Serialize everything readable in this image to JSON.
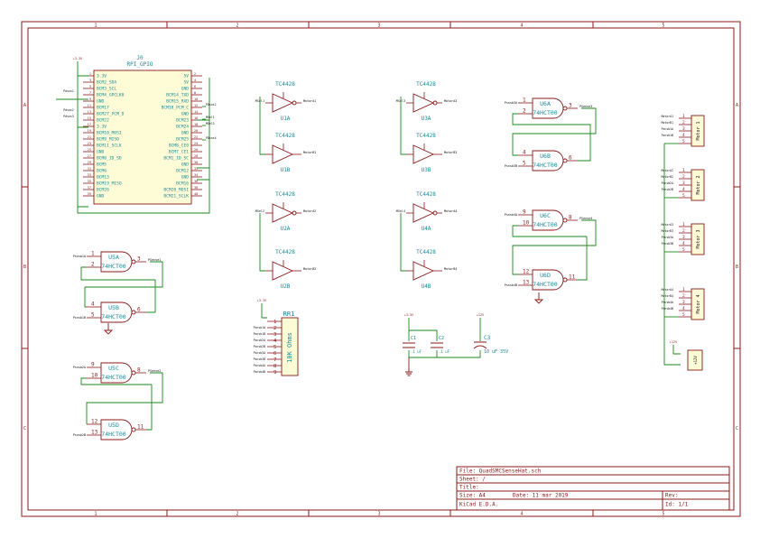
{
  "sheet": {
    "columns": [
      "1",
      "2",
      "3",
      "4",
      "5"
    ],
    "rows": [
      "A",
      "B",
      "C"
    ]
  },
  "title_block": {
    "file": "File: QuadSMCSenseHat.sch",
    "sheet": "Sheet: /",
    "title": "Title:",
    "size": "Size: A4",
    "date": "Date: 11 mar 2019",
    "rev": "Rev:",
    "tool": "KiCad E.D.A.",
    "id": "Id: 1/1"
  },
  "rpi": {
    "ref": "J0",
    "value": "RPI_GPIO",
    "left_pins": [
      {
        "num": "1",
        "name": "3.3V"
      },
      {
        "num": "3",
        "name": "BCM2_SDA"
      },
      {
        "num": "5",
        "name": "BCM3_SCL"
      },
      {
        "num": "7",
        "name": "BCM4_GPCLK0"
      },
      {
        "num": "9",
        "name": "GND"
      },
      {
        "num": "11",
        "name": "BCM17"
      },
      {
        "num": "13",
        "name": "BCM27_PCM_D"
      },
      {
        "num": "15",
        "name": "BCM22"
      },
      {
        "num": "17",
        "name": "3.3V"
      },
      {
        "num": "19",
        "name": "BCM10_MOSI"
      },
      {
        "num": "21",
        "name": "BCM9_MISO"
      },
      {
        "num": "23",
        "name": "BCM11_SCLK"
      },
      {
        "num": "25",
        "name": "GND"
      },
      {
        "num": "27",
        "name": "BCM0_ID_SD"
      },
      {
        "num": "29",
        "name": "BCM5"
      },
      {
        "num": "31",
        "name": "BCM6"
      },
      {
        "num": "33",
        "name": "BCM13"
      },
      {
        "num": "35",
        "name": "BCM19_MISO"
      },
      {
        "num": "37",
        "name": "BCM26"
      },
      {
        "num": "39",
        "name": "GND"
      }
    ],
    "right_pins": [
      {
        "num": "2",
        "name": "5V"
      },
      {
        "num": "4",
        "name": "5V"
      },
      {
        "num": "6",
        "name": "GND"
      },
      {
        "num": "8",
        "name": "BCM14_TXD"
      },
      {
        "num": "10",
        "name": "BCM15_RXD"
      },
      {
        "num": "12",
        "name": "BCM18_PCM_C"
      },
      {
        "num": "14",
        "name": "GND"
      },
      {
        "num": "16",
        "name": "BCM23"
      },
      {
        "num": "18",
        "name": "BCM24"
      },
      {
        "num": "20",
        "name": "GND"
      },
      {
        "num": "22",
        "name": "BCM25"
      },
      {
        "num": "24",
        "name": "BCM8_CE0"
      },
      {
        "num": "26",
        "name": "BCM7_CE1"
      },
      {
        "num": "28",
        "name": "BCM1_ID_SC"
      },
      {
        "num": "30",
        "name": "GND"
      },
      {
        "num": "32",
        "name": "BCM12"
      },
      {
        "num": "34",
        "name": "GND"
      },
      {
        "num": "36",
        "name": "BCM16"
      },
      {
        "num": "38",
        "name": "BCM20_MOSI"
      },
      {
        "num": "40",
        "name": "BCM21_SCLK"
      }
    ],
    "nets_left": [
      "Pdsns1",
      "Pdsns2",
      "Pdsns3"
    ],
    "nets_right": [
      "PDsns2",
      "MSel1",
      "MSel3",
      "PDsns4"
    ],
    "power": "+3.3V"
  },
  "drivers": [
    {
      "ref": "U1A",
      "value": "TC4428",
      "in": "MSel1",
      "out": "MotorA1"
    },
    {
      "ref": "U1B",
      "value": "TC4428",
      "in": "",
      "out": "MotorB1"
    },
    {
      "ref": "U2A",
      "value": "TC4428",
      "in": "MSel2",
      "out": "MotorA2"
    },
    {
      "ref": "U2B",
      "value": "TC4428",
      "in": "",
      "out": "MotorB2"
    },
    {
      "ref": "U3A",
      "value": "TC4428",
      "in": "MSel3",
      "out": "MotorA3"
    },
    {
      "ref": "U3B",
      "value": "TC4428",
      "in": "",
      "out": "MotorB3"
    },
    {
      "ref": "U4A",
      "value": "TC4428",
      "in": "MSel4",
      "out": "MotorA4"
    },
    {
      "ref": "U4B",
      "value": "TC4428",
      "in": "",
      "out": "MotorB4"
    }
  ],
  "nand_gates": [
    {
      "ref": "U5A",
      "value": "74HCT00",
      "p1": "1",
      "p2": "2",
      "p3": "3",
      "in": "Psnsb1A",
      "out": "PSense1"
    },
    {
      "ref": "U5B",
      "value": "74HCT00",
      "p1": "4",
      "p2": "5",
      "p3": "6",
      "in": "Psnsb1B",
      "out": ""
    },
    {
      "ref": "U5C",
      "value": "74HCT00",
      "p1": "9",
      "p2": "10",
      "p3": "8",
      "in": "Psnsb2A",
      "out": "PSense2"
    },
    {
      "ref": "U5D",
      "value": "74HCT00",
      "p1": "12",
      "p2": "13",
      "p3": "11",
      "in": "Psnsb2B",
      "out": ""
    },
    {
      "ref": "U6A",
      "value": "74HCT00",
      "p1": "1",
      "p2": "2",
      "p3": "3",
      "in": "Psnsb3A",
      "out": "PSense3"
    },
    {
      "ref": "U6B",
      "value": "74HCT00",
      "p1": "4",
      "p2": "5",
      "p3": "6",
      "in": "Psnsb3B",
      "out": ""
    },
    {
      "ref": "U6C",
      "value": "74HCT00",
      "p1": "9",
      "p2": "10",
      "p3": "8",
      "in": "Psnsb4A",
      "out": "PSense4"
    },
    {
      "ref": "U6D",
      "value": "74HCT00",
      "p1": "12",
      "p2": "13",
      "p3": "11",
      "in": "Psnsb4B",
      "out": ""
    }
  ],
  "resistor_net": {
    "ref": "RR1",
    "value": "10K Ohms",
    "pins": [
      "1",
      "2",
      "3",
      "4",
      "5",
      "6",
      "7",
      "8",
      "9"
    ],
    "nets": [
      "Psnsb1A",
      "Psnsb1B",
      "Psnsb2A",
      "Psnsb2B",
      "Psnsb3A",
      "Psnsb3B",
      "Psnsb4A",
      "Psnsb4B"
    ],
    "power": "+3.3V"
  },
  "capacitors": [
    {
      "ref": "C1",
      "value": ".1 uF"
    },
    {
      "ref": "C2",
      "value": ".1 uF"
    },
    {
      "ref": "C3",
      "value": "10 uF 35V"
    }
  ],
  "motors": [
    {
      "label": "Motor 1",
      "nets": [
        "MotorA1",
        "MotorB1",
        "Psnsb1A",
        "Psnsb1B"
      ]
    },
    {
      "label": "Motor 2",
      "nets": [
        "MotorA2",
        "MotorB2",
        "Psnsb2A",
        "Psnsb2B"
      ]
    },
    {
      "label": "Motor 3",
      "nets": [
        "MotorA3",
        "MotorB3",
        "Psnsb3A",
        "Psnsb3B"
      ]
    },
    {
      "label": "Motor 4",
      "nets": [
        "MotorA4",
        "MotorB4",
        "Psnsb4A",
        "Psnsb4B"
      ]
    }
  ],
  "power_conn": {
    "label": "+12V",
    "power": "+12V"
  },
  "power_labels": {
    "v33": "+3.3V",
    "v12": "+12V"
  }
}
